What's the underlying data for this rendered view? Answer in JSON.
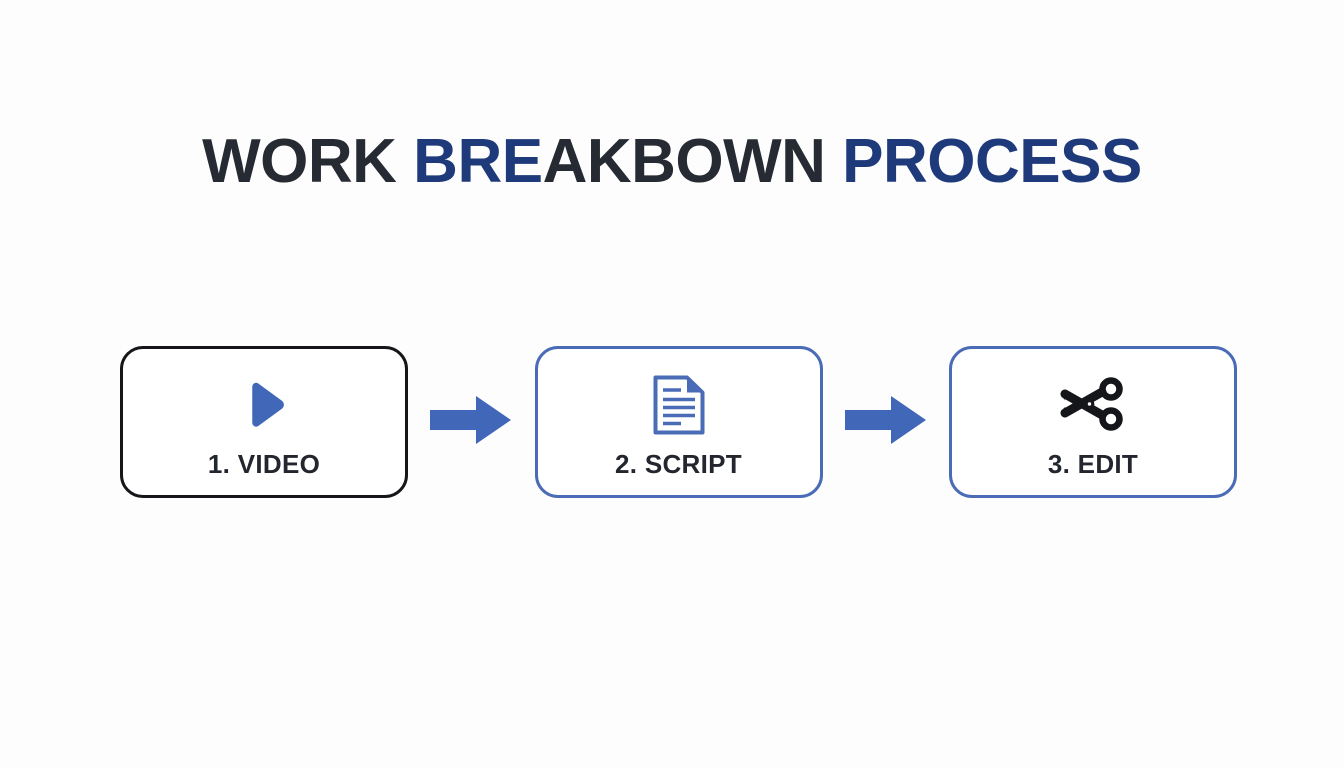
{
  "slide": {
    "background_color": "#fdfdfd"
  },
  "title": {
    "full_text": "WORK BREAKBOWN PROCESS",
    "segments": [
      {
        "text": "WORK ",
        "color": "#262a33"
      },
      {
        "text": "BRE",
        "color": "#1e3a7a"
      },
      {
        "text": "AKBOWN ",
        "color": "#262a33"
      },
      {
        "text": "PROCESS",
        "color": "#1e3a7a"
      }
    ],
    "dark_color": "#262a33",
    "blue_color": "#1e3a7a"
  },
  "flow": {
    "steps": [
      {
        "label": "1. VIDEO",
        "icon": "play-triangle-icon",
        "icon_color": "#4067b8",
        "border_color": "#151619",
        "border_style": "dark"
      },
      {
        "label": "2. SCRIPT",
        "icon": "document-lines-icon",
        "icon_color": "#4a6bb5",
        "border_color": "#4a6bb5",
        "border_style": "blue"
      },
      {
        "label": "3. EDIT",
        "icon": "scissors-icon",
        "icon_color": "#151619",
        "border_color": "#4a6bb5",
        "border_style": "blue"
      }
    ],
    "arrows": [
      {
        "direction": "right",
        "color": "#4067b8"
      },
      {
        "direction": "right",
        "color": "#4067b8"
      }
    ],
    "label_color": "#23262e"
  }
}
